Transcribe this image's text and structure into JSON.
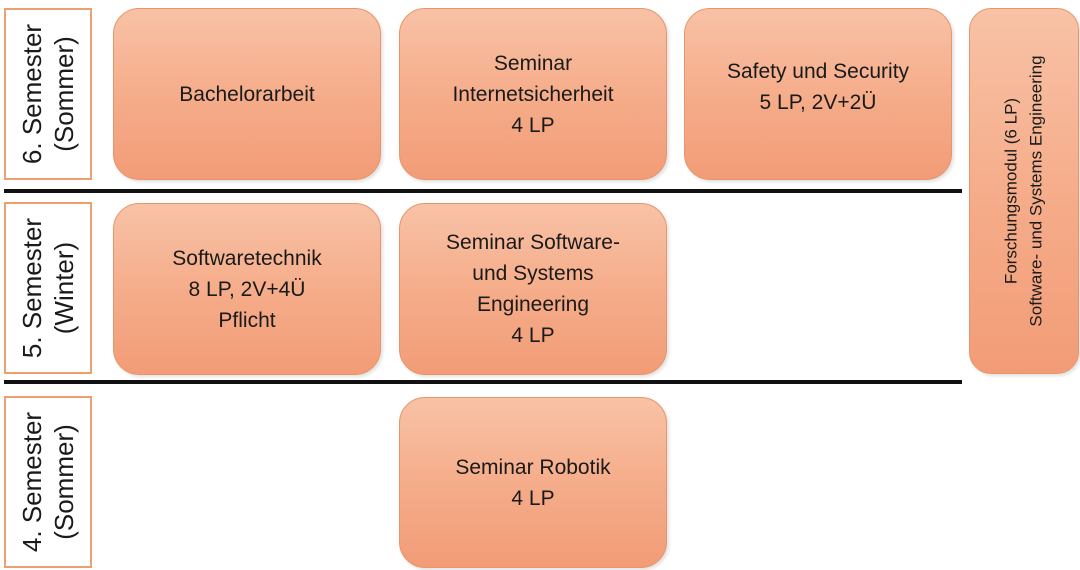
{
  "semesters": [
    {
      "line1": "6. Semester",
      "line2": "(Sommer)"
    },
    {
      "line1": "5. Semester",
      "line2": "(Winter)"
    },
    {
      "line1": "4. Semester",
      "line2": "(Sommer)"
    }
  ],
  "modules": {
    "bachelorarbeit": {
      "lines": [
        "Bachelorarbeit"
      ]
    },
    "seminar_internetsicherheit": {
      "lines": [
        "Seminar",
        "Internetsicherheit",
        "4 LP"
      ]
    },
    "safety_security": {
      "lines": [
        "Safety und Security",
        "5 LP, 2V+2Ü"
      ]
    },
    "softwaretechnik": {
      "lines": [
        "Softwaretechnik",
        "8 LP, 2V+4Ü",
        "Pflicht"
      ]
    },
    "seminar_sse": {
      "lines": [
        "Seminar Software-",
        "und Systems",
        "Engineering",
        "4 LP"
      ]
    },
    "seminar_robotik": {
      "lines": [
        "Seminar Robotik",
        "4 LP"
      ]
    }
  },
  "forschungsmodul": {
    "lines": [
      "Forschungsmodul (6 LP)",
      "Software- und Systems Engineering"
    ]
  },
  "colors": {
    "box_fill": "#f5ab88",
    "box_border": "#e8956a",
    "label_border": "#f0a070",
    "divider": "#111111"
  }
}
